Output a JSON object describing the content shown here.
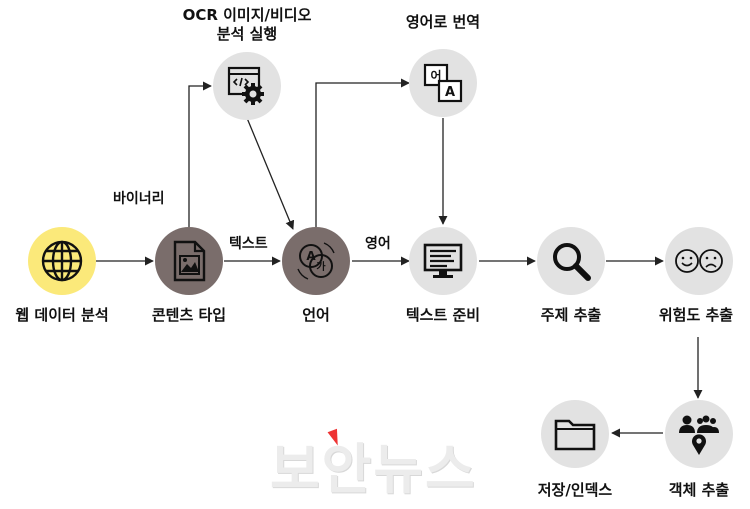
{
  "nodes": {
    "web": {
      "label": "웹 데이터 분석",
      "icon": "globe-icon",
      "color": "#fbe97a"
    },
    "content": {
      "label": "콘텐츠 타입",
      "icon": "document-image-icon",
      "color": "#7a6d6b"
    },
    "ocr": {
      "label_line1": "OCR 이미지/비디오",
      "label_line2": "분석 실행",
      "icon": "code-gear-icon",
      "color": "#e2e2e2"
    },
    "lang": {
      "label": "언어",
      "icon": "language-detect-icon",
      "color": "#7a6d6b"
    },
    "translate": {
      "label": "영어로 번역",
      "icon": "translate-icon",
      "color": "#e2e2e2"
    },
    "textprep": {
      "label": "텍스트 준비",
      "icon": "monitor-text-icon",
      "color": "#e2e2e2"
    },
    "topic": {
      "label": "주제 추출",
      "icon": "magnifier-icon",
      "color": "#e2e2e2"
    },
    "risk": {
      "label": "위험도 추출",
      "icon": "smile-frown-icon",
      "color": "#e2e2e2"
    },
    "entity": {
      "label": "객체 추출",
      "icon": "people-location-icon",
      "color": "#e2e2e2"
    },
    "store": {
      "label": "저장/인덱스",
      "icon": "folder-icon",
      "color": "#e2e2e2"
    }
  },
  "edges": {
    "binary": "바이너리",
    "text": "텍스트",
    "english": "영어"
  },
  "watermark": "보안뉴스"
}
